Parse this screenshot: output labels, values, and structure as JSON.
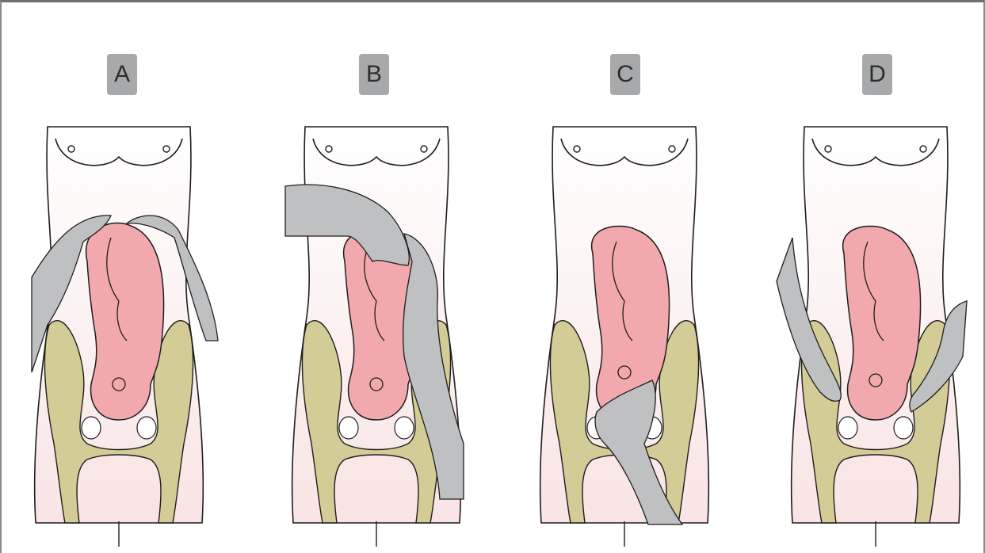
{
  "panels": [
    {
      "label": "A"
    },
    {
      "label": "B"
    },
    {
      "label": "C"
    },
    {
      "label": "D"
    }
  ],
  "colors": {
    "skin_top": "#ffffff",
    "skin_bottom": "#f9e5e6",
    "uterus": "#f2a9ad",
    "pelvis": "#d3cc96",
    "hand": "#bfc0c1",
    "outline": "#1e1e1e",
    "badge": "#a8a9ab"
  }
}
